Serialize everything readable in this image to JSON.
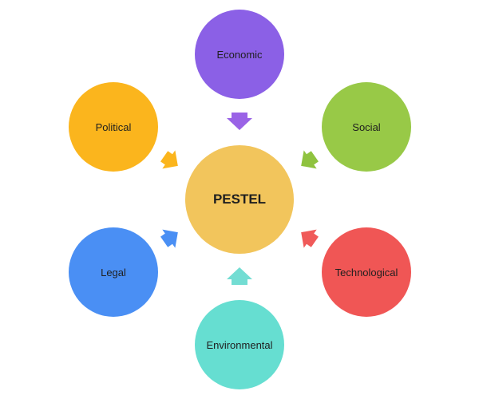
{
  "center": {
    "label": "PESTEL",
    "color": "#f2c55c"
  },
  "nodes": [
    {
      "key": "economic",
      "label": "Economic",
      "color": "#8b60e6",
      "arrow": "#9a63e6"
    },
    {
      "key": "social",
      "label": "Social",
      "color": "#98c947",
      "arrow": "#8fc33f"
    },
    {
      "key": "technological",
      "label": "Technological",
      "color": "#f05655",
      "arrow": "#f05a59"
    },
    {
      "key": "environmental",
      "label": "Environmental",
      "color": "#66ded1",
      "arrow": "#73ddd3"
    },
    {
      "key": "legal",
      "label": "Legal",
      "color": "#4a8ff4",
      "arrow": "#4a8ff4"
    },
    {
      "key": "political",
      "label": "Political",
      "color": "#fbb51d",
      "arrow": "#fbb51d"
    }
  ]
}
